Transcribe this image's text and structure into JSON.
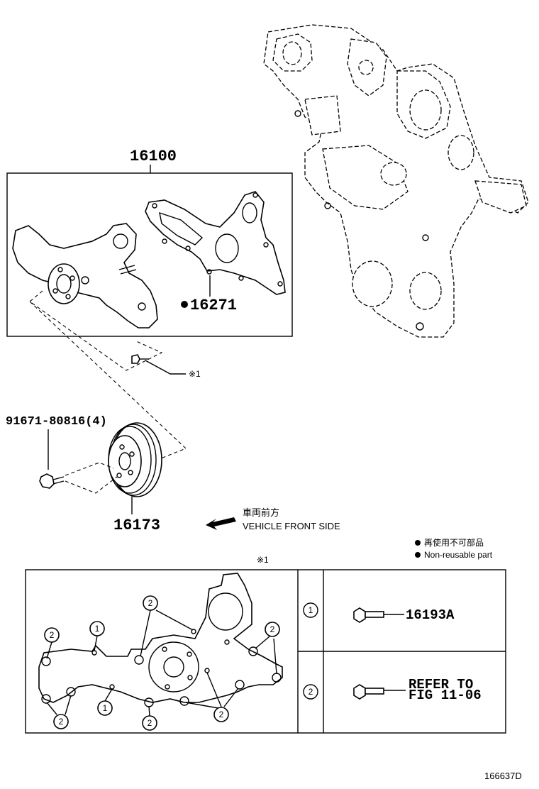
{
  "labels": {
    "water_pump_assy": "16100",
    "gasket": "16271",
    "bolt": "91671-80816(4)",
    "pulley": "16173",
    "ref_mark": "※1",
    "detail_ref_mark": "※1",
    "drawing_id": "166637D"
  },
  "direction": {
    "jp": "車両前方",
    "en": "VEHICLE FRONT SIDE"
  },
  "legend": {
    "jp": "再使用不可部品",
    "en": "Non-reusable part"
  },
  "detail_table": {
    "rows": [
      {
        "key": "1",
        "part": "16193A"
      },
      {
        "key": "2",
        "part_line1": "REFER TO",
        "part_line2": "FIG 11-06"
      }
    ]
  },
  "callouts": {
    "one": "1",
    "two": "2"
  }
}
